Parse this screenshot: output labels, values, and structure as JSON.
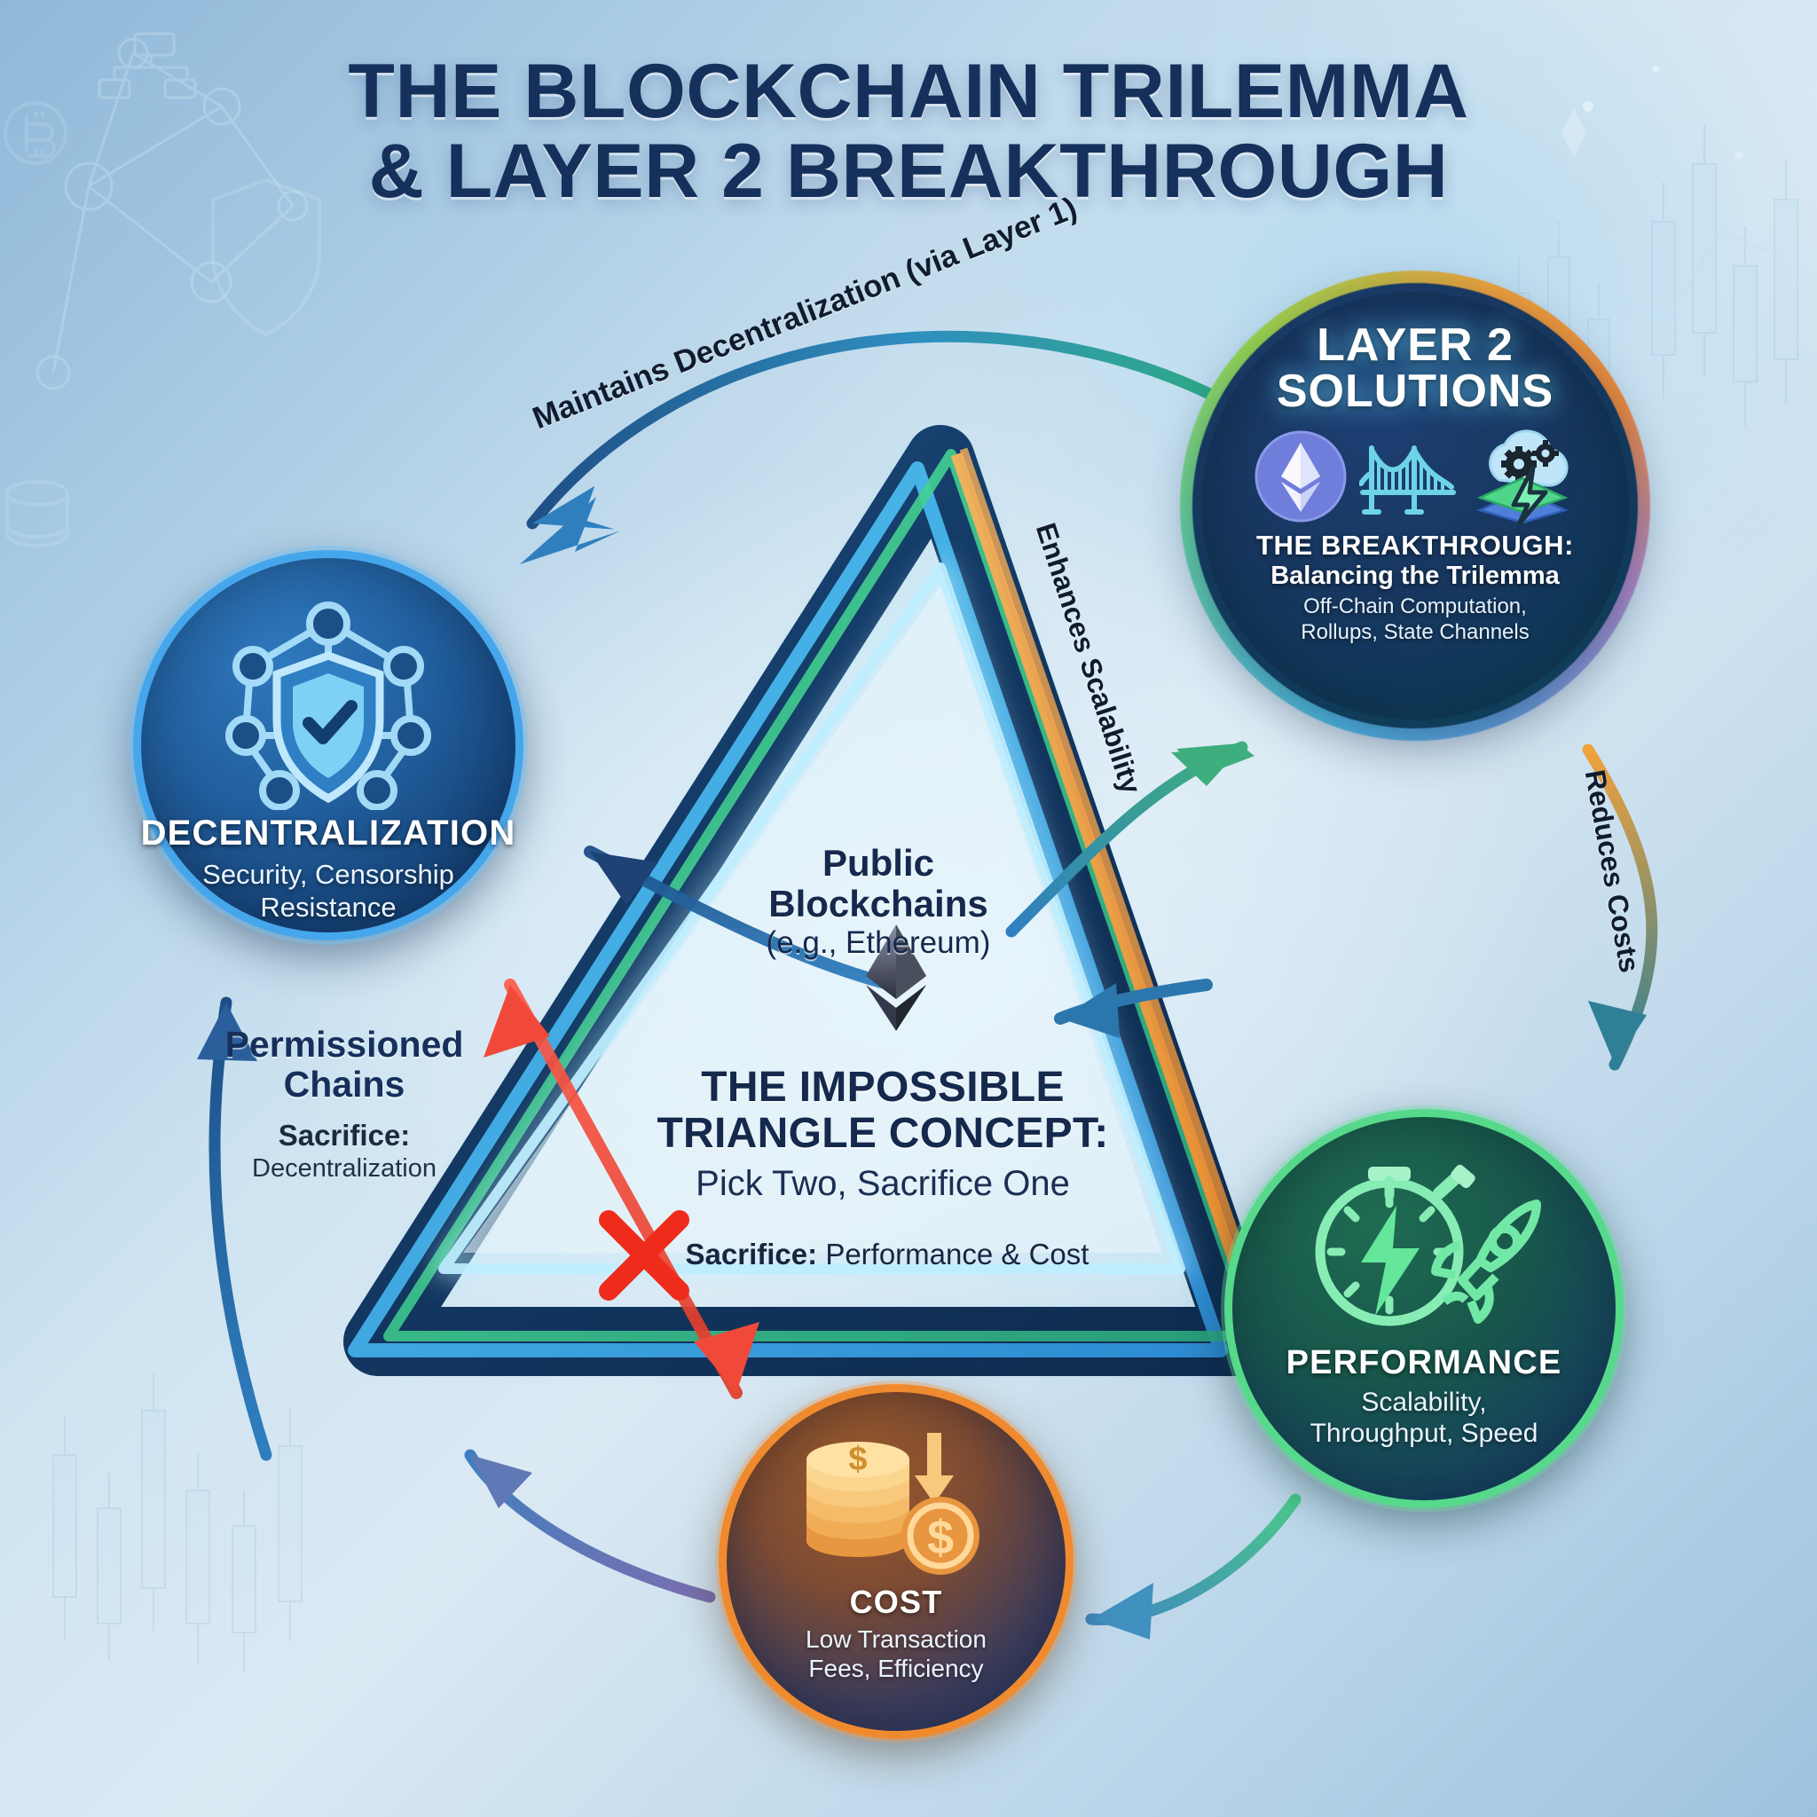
{
  "title": {
    "line1": "THE BLOCKCHAIN TRILEMMA",
    "line2": "& LAYER 2 BREAKTHROUGH"
  },
  "nodes": {
    "decentralization": {
      "title": "DECENTRALIZATION",
      "subtitle": "Security, Censorship\nResistance",
      "icon": "network-shield-check-icon",
      "color": "#46a6ec"
    },
    "layer2": {
      "title_line1": "LAYER 2",
      "title_line2": "SOLUTIONS",
      "breakthrough_label": "THE BREAKTHROUGH:",
      "breakthrough_sub": "Balancing the Trilemma",
      "breakthrough_detail": "Off-Chain Computation,\nRollups, State Channels",
      "icons": [
        "ethereum-logo-icon",
        "bridge-icon",
        "cloud-gears-lightning-layers-icon"
      ],
      "ring_colors": [
        "#58c8f5",
        "#6ad9a4",
        "#9ad94f",
        "#f0a23c",
        "#b98fd0"
      ]
    },
    "performance": {
      "title": "PERFORMANCE",
      "subtitle": "Scalability,\nThroughput, Speed",
      "icon": "stopwatch-lightning-rocket-icon",
      "color": "#57d98c"
    },
    "cost": {
      "title": "COST",
      "subtitle": "Low Transaction\nFees, Efficiency",
      "icon": "coin-stack-down-arrow-icon",
      "color": "#f08a2e"
    }
  },
  "center": {
    "public_blockchains": "Public\nBlockchains",
    "public_blockchains_eg": "(e.g., Ethereum)",
    "concept_line1": "THE IMPOSSIBLE",
    "concept_line2": "TRIANGLE CONCEPT:",
    "concept_sub": "Pick Two, Sacrifice One",
    "sacrifice_label": "Sacrifice:",
    "sacrifice_value": "Performance & Cost",
    "ethereum_diamond_icon": "ethereum-diamond-icon",
    "red_cross_icon": "red-x-icon"
  },
  "permissioned": {
    "title_line1": "Permissioned",
    "title_line2": "Chains",
    "sacrifice_label": "Sacrifice:",
    "sacrifice_value": "Decentralization"
  },
  "arrow_labels": {
    "maintains": "Maintains Decentralization (via Layer 1)",
    "enhances": "Enhances Scalability",
    "reduces": "Reduces Costs"
  },
  "triangle": {
    "edge_colors": [
      "#2bb7f0",
      "#4ee39a",
      "#f59b3c",
      "#1b4f8f"
    ],
    "label": "impossible-triangle"
  }
}
